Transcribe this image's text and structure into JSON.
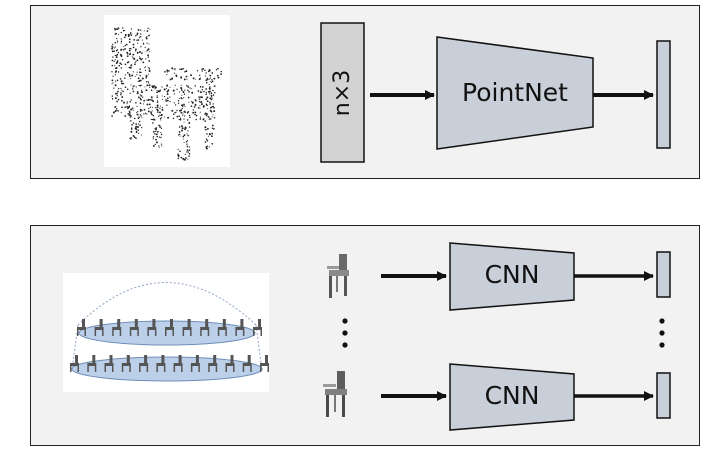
{
  "top": {
    "input_label": "n×3",
    "encoder_label": "PointNet"
  },
  "bottom": {
    "encoder_label_1": "CNN",
    "encoder_label_2": "CNN"
  },
  "colors": {
    "block_fill": "#c9cfd9",
    "input_fill": "#d3d3d3",
    "panel_fill": "#f2f2f2",
    "stroke": "#111111"
  },
  "icons": {
    "point_cloud": "point-cloud-chair-icon",
    "multiview_rig": "multiview-camera-rig-icon",
    "view": "chair-view-icon",
    "ellipsis": "vertical-ellipsis-icon"
  }
}
